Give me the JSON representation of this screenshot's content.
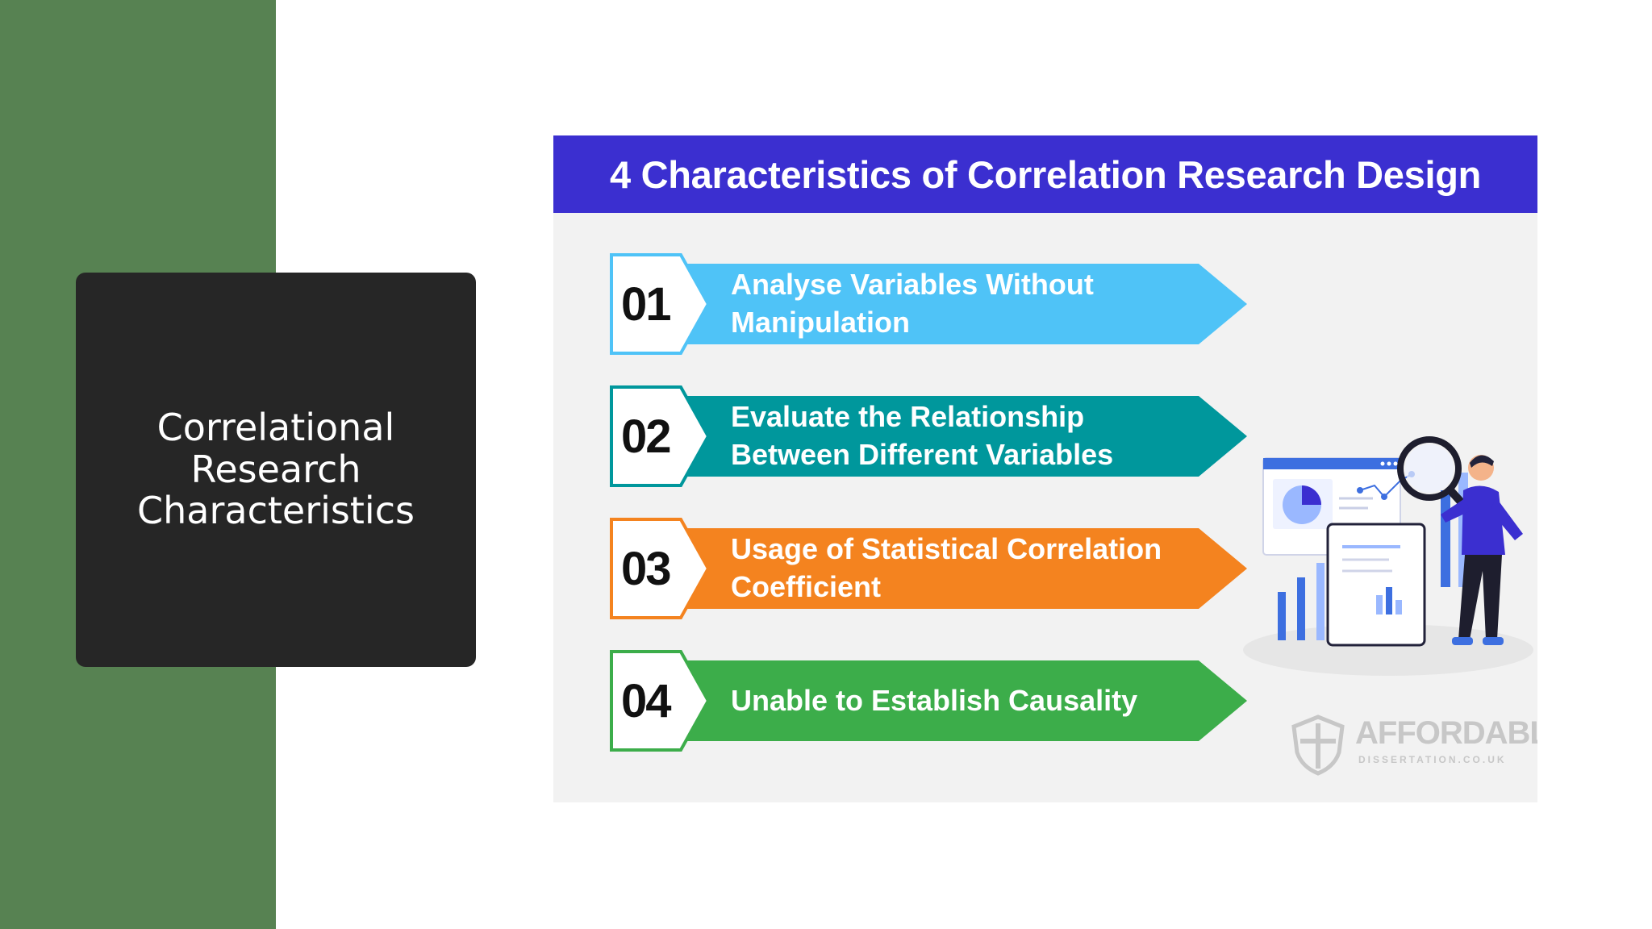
{
  "slide": {
    "title_lines": [
      "Correlational",
      "Research",
      "Characteristics"
    ]
  },
  "infographic": {
    "header": "4 Characteristics of Correlation Research Design",
    "items": [
      {
        "number": "01",
        "lines": [
          "Analyse Variables Without",
          "Manipulation"
        ],
        "color": "#4fc3f7"
      },
      {
        "number": "02",
        "lines": [
          "Evaluate the Relationship",
          "Between Different Variables"
        ],
        "color": "#00979c"
      },
      {
        "number": "03",
        "lines": [
          "Usage of Statistical Correlation",
          "Coefficient"
        ],
        "color": "#f4831f"
      },
      {
        "number": "04",
        "lines": [
          "Unable to Establish Causality"
        ],
        "color": "#3cad4a"
      }
    ],
    "logo": {
      "name": "AFFORDABLE.",
      "sub": "DISSERTATION.CO.UK"
    }
  },
  "colors": {
    "sidebar_green": "#578252",
    "card_dark": "#262626",
    "header_blue": "#3b2fd0",
    "panel_bg": "#f2f2f2"
  },
  "icons": [
    "analytics-illustration-person-magnifier",
    "affordable-dissertation-shield-logo"
  ]
}
